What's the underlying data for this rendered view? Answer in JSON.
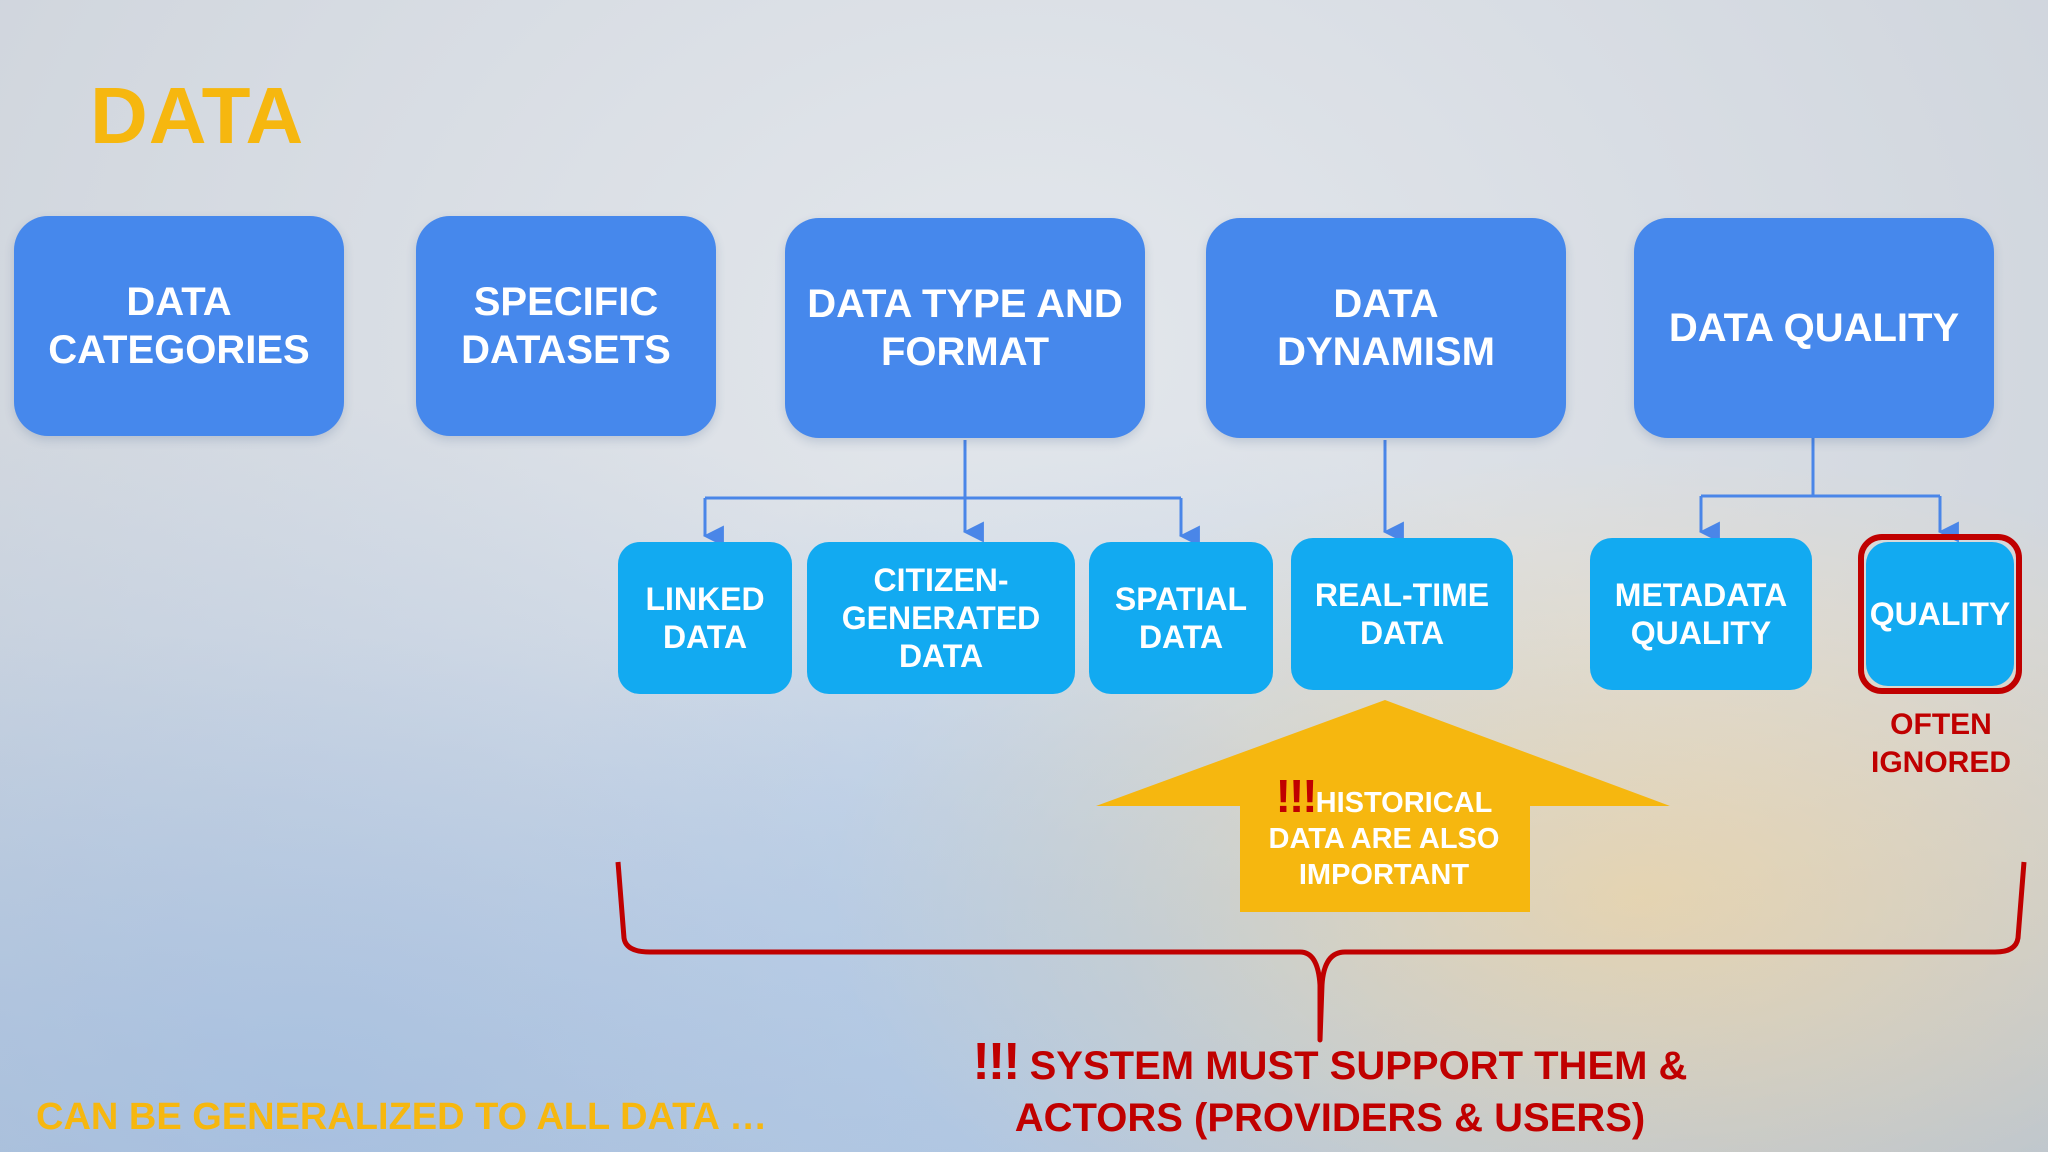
{
  "title": "DATA",
  "top_boxes": [
    {
      "label": "DATA CATEGORIES"
    },
    {
      "label": "SPECIFIC DATASETS"
    },
    {
      "label": "DATA TYPE AND FORMAT"
    },
    {
      "label": "DATA DYNAMISM"
    },
    {
      "label": "DATA QUALITY"
    }
  ],
  "sub_boxes": [
    {
      "label": "LINKED DATA"
    },
    {
      "label": "CITIZEN-GENERATED DATA"
    },
    {
      "label": "SPATIAL DATA"
    },
    {
      "label": "REAL-TIME DATA"
    },
    {
      "label": "METADATA QUALITY"
    },
    {
      "label": "QUALITY"
    }
  ],
  "often_ignored": "OFTEN IGNORED",
  "historical_note": {
    "exclaim": "!!!",
    "text": "HISTORICAL DATA ARE ALSO IMPORTANT"
  },
  "system_note": {
    "exclaim": "!!!",
    "text": "SYSTEM MUST SUPPORT THEM & ACTORS (PROVIDERS & USERS)"
  },
  "generalized_note": "CAN BE GENERALIZED TO ALL DATA …",
  "colors": {
    "title": "#f6b70f",
    "top_box": "#4688ec",
    "sub_box": "#12aaf1",
    "warning_red": "#c00000",
    "highlight_arrow": "#f6b70f",
    "connector": "#4a86e8"
  }
}
